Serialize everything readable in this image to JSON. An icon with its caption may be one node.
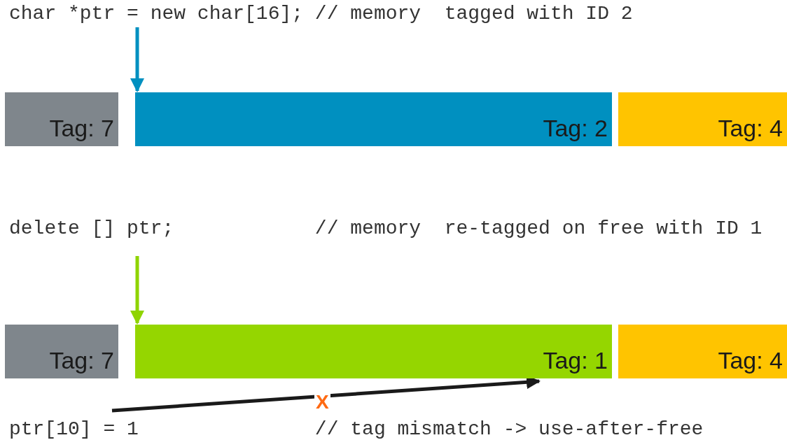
{
  "diagram": {
    "nodes": [
      {
        "text": [
          "char *ptr = new char[16]; // memory  tagged with ID 2"
        ]
      },
      {
        "text": [
          "Tag: 7"
        ]
      },
      {
        "text": [
          "Tag: 2"
        ]
      },
      {
        "text": [
          "Tag: 4"
        ]
      },
      {
        "text": [
          "delete [] ptr;            // memory  re-tagged on free with ID 1"
        ]
      },
      {
        "text": [
          "Tag: 7"
        ]
      },
      {
        "text": [
          "Tag: 1"
        ]
      },
      {
        "text": [
          "Tag: 4"
        ]
      },
      {
        "text": [
          "ptr[10] = 1               // tag mismatch -> use-after-free"
        ]
      }
    ],
    "edges": [
      {
        "from": 0,
        "to": 2,
        "arrow": "to",
        "color": "#0090c0"
      },
      {
        "from": 4,
        "to": 6,
        "arrow": "to",
        "color": "#8fd400"
      },
      {
        "from": 8,
        "to": 6,
        "arrow": "to",
        "label": "X",
        "color": "#1a1a1a"
      }
    ]
  }
}
